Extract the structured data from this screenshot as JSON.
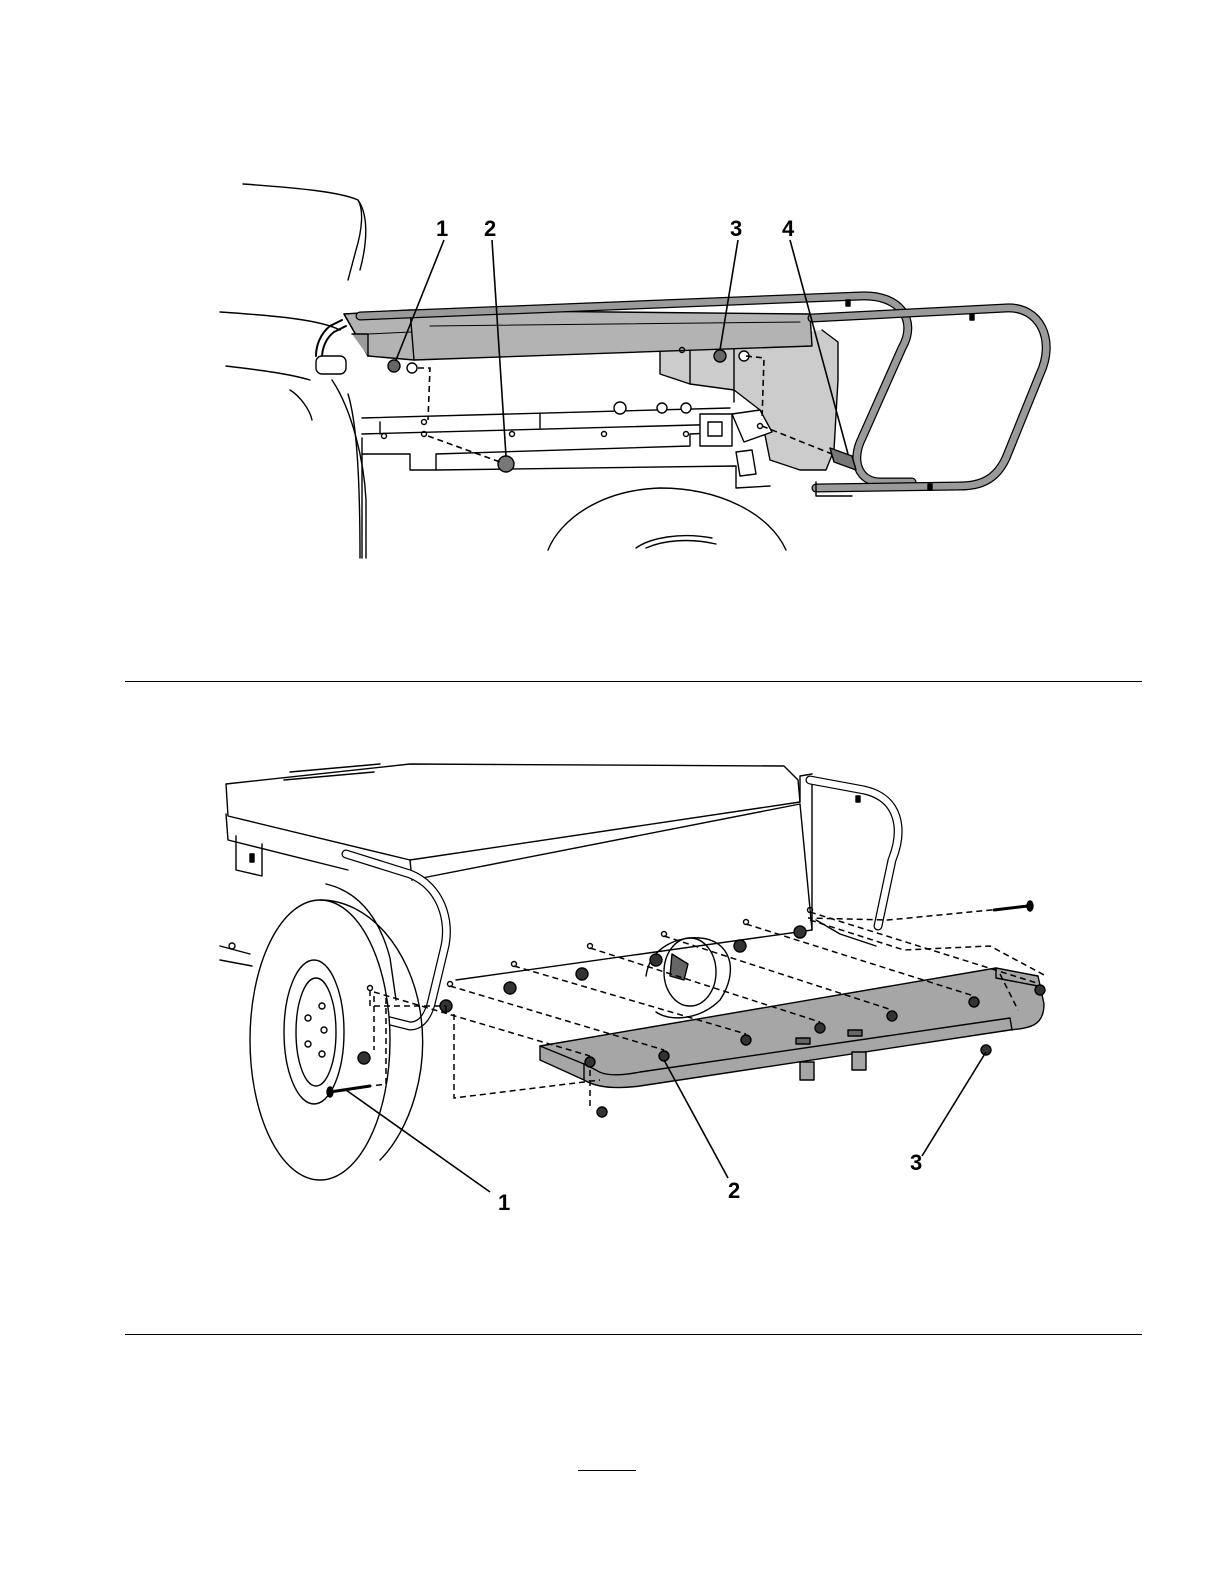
{
  "figures": [
    {
      "callouts": [
        "1",
        "2",
        "3",
        "4"
      ],
      "colors": {
        "panel": "#b3b3b3",
        "panel_dark": "#9a9a9a",
        "line": "#000000",
        "background": "#ffffff"
      }
    },
    {
      "callouts": [
        "1",
        "2",
        "3"
      ],
      "colors": {
        "panel": "#a6a6a6",
        "panel_dark": "#8c8c8c",
        "line": "#000000",
        "background": "#ffffff"
      }
    }
  ]
}
